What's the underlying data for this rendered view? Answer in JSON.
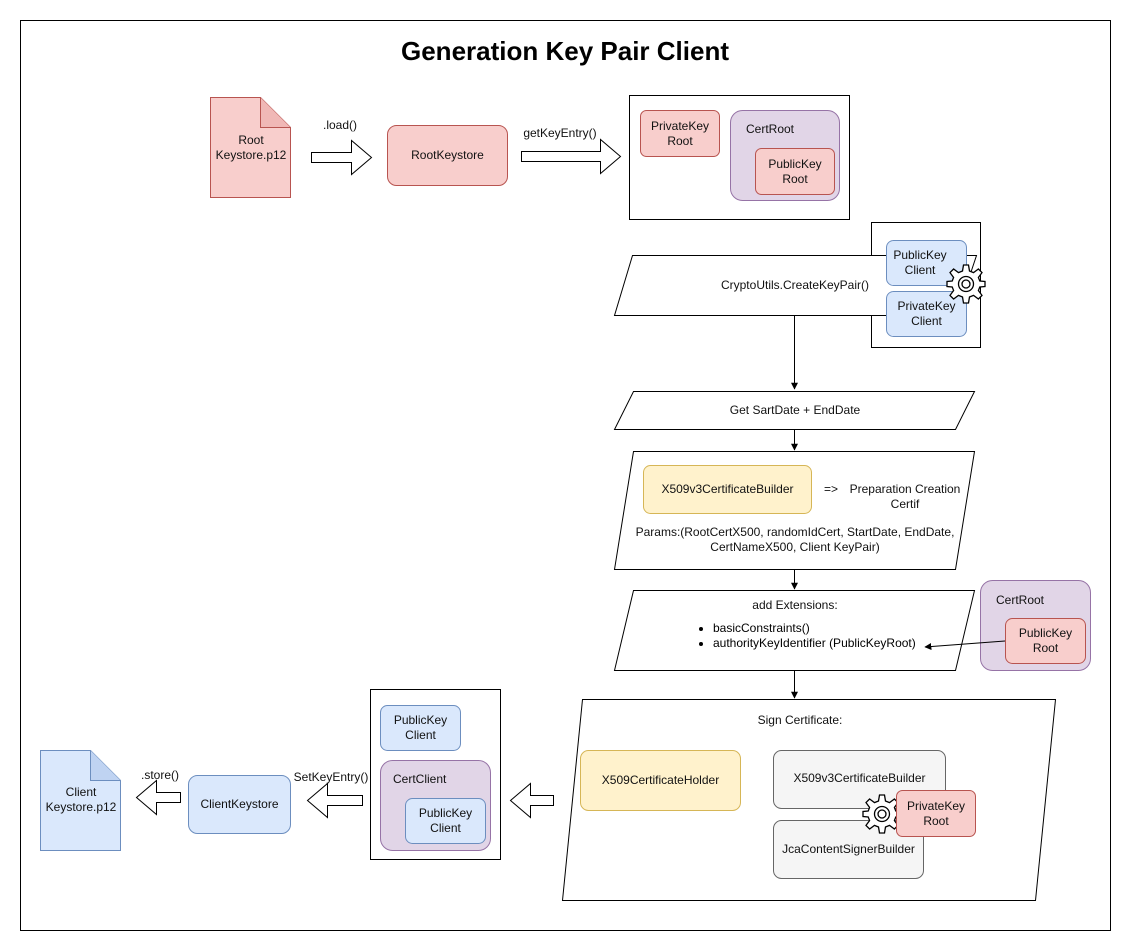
{
  "title": "Generation Key Pair Client",
  "colors": {
    "red_fill": "#f8cecc",
    "red_stroke": "#b85450",
    "purple_fill": "#e1d5e7",
    "purple_stroke": "#9673a6",
    "blue_fill": "#dae8fc",
    "blue_stroke": "#6c8ebf",
    "yellow_fill": "#fff2cc",
    "yellow_stroke": "#d6b656",
    "gray_fill": "#f5f5f5",
    "gray_stroke": "#666666"
  },
  "nodes": {
    "root_keystore_file": "Root Keystore.p12",
    "load_label": ".load()",
    "root_keystore": "RootKeystore",
    "get_key_entry_label": "getKeyEntry()",
    "private_key_root_top": "PrivateKey Root",
    "cert_root_top": "CertRoot",
    "public_key_root_top": "PublicKey Root",
    "create_key_pair": "CryptoUtils.CreateKeyPair()",
    "public_key_client_top": "PublicKey Client",
    "private_key_client": "PrivateKey Client",
    "get_dates": "Get SartDate + EndDate",
    "builder_box": "X509v3CertificateBuilder",
    "arrow_text": "=>",
    "preparation_text": "Preparation Creation Certif",
    "params_text": "Params:(RootCertX500, randomIdCert, StartDate, EndDate, CertNameX500, Client KeyPair)",
    "add_extensions_title": "add Extensions:",
    "extensions": [
      "basicConstraints()",
      "authorityKeyIdentifier (PublicKeyRoot)"
    ],
    "cert_root_side": "CertRoot",
    "public_key_root_side": "PublicKey Root",
    "sign_certificate_title": "Sign Certificate:",
    "certificate_holder": "X509CertificateHolder",
    "builder_gray": "X509v3CertificateBuilder",
    "private_key_root_sign": "PrivateKey Root",
    "signer_builder": "JcaContentSignerBuilder",
    "public_key_client_result": "PublicKey Client",
    "cert_client": "CertClient",
    "public_key_client_inner": "PublicKey Client",
    "set_key_entry_label": "SetKeyEntry()",
    "client_keystore": "ClientKeystore",
    "store_label": ".store()",
    "client_keystore_file": "Client Keystore.p12"
  }
}
